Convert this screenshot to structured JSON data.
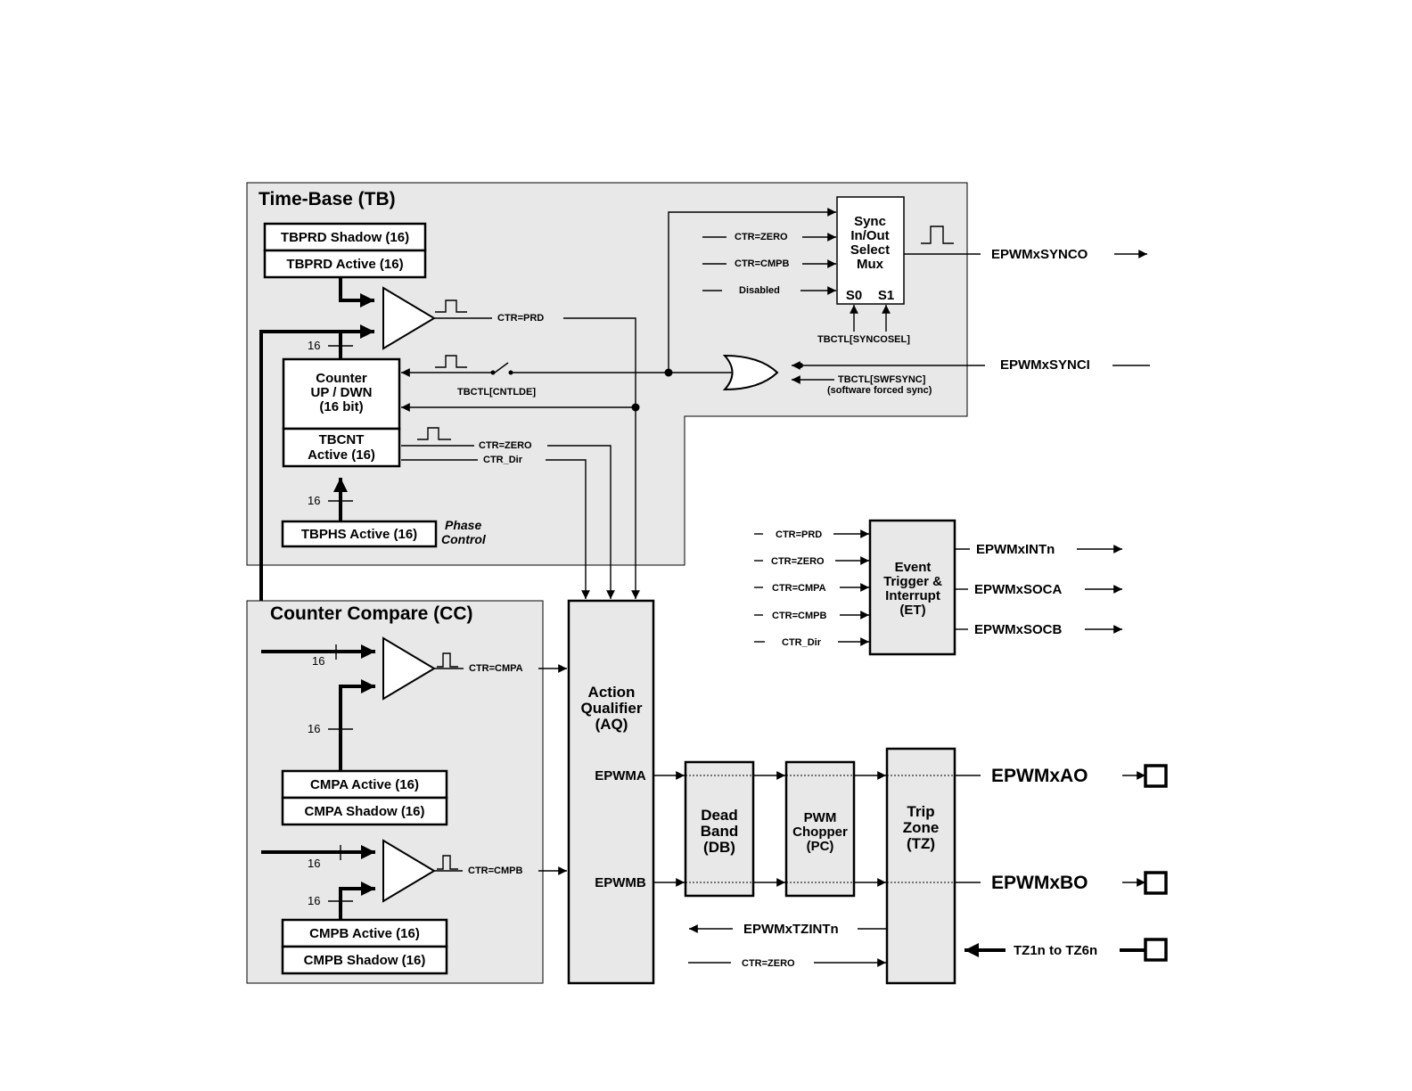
{
  "tb": {
    "title": "Time-Base (TB)",
    "tbprd_shadow": "TBPRD Shadow (16)",
    "tbprd_active": "TBPRD Active (16)",
    "counter_l1": "Counter",
    "counter_l2": "UP / DWN",
    "counter_l3": "(16 bit)",
    "tbcnt_l1": "TBCNT",
    "tbcnt_l2": "Active (16)",
    "tbphs": "TBPHS Active (16)",
    "phase_l1": "Phase",
    "phase_l2": "Control",
    "bus16": "16",
    "ctr_prd": "CTR=PRD",
    "ctr_zero": "CTR=ZERO",
    "ctr_dir": "CTR_Dir",
    "cntlde": "TBCTL[CNTLDE]",
    "sync_mux_l1": "Sync",
    "sync_mux_l2": "In/Out",
    "sync_mux_l3": "Select",
    "sync_mux_l4": "Mux",
    "s0": "S0",
    "s1": "S1",
    "mux_in_zero": "CTR=ZERO",
    "mux_in_cmpb": "CTR=CMPB",
    "mux_in_disabled": "Disabled",
    "syncosel": "TBCTL[SYNCOSEL]",
    "swfsync_l1": "TBCTL[SWFSYNC]",
    "swfsync_l2": "(software forced sync)",
    "synco": "EPWMxSYNCO",
    "synci": "EPWMxSYNCI"
  },
  "cc": {
    "title": "Counter Compare (CC)",
    "cmpa_active": "CMPA Active (16)",
    "cmpa_shadow": "CMPA Shadow (16)",
    "cmpb_active": "CMPB Active (16)",
    "cmpb_shadow": "CMPB Shadow (16)",
    "ctr_cmpa": "CTR=CMPA",
    "ctr_cmpb": "CTR=CMPB",
    "bus16": "16"
  },
  "aq": {
    "l1": "Action",
    "l2": "Qualifier",
    "l3": "(AQ)",
    "epwma": "EPWMA",
    "epwmb": "EPWMB"
  },
  "db": {
    "l1": "Dead",
    "l2": "Band",
    "l3": "(DB)"
  },
  "pc": {
    "l1": "PWM",
    "l2": "Chopper",
    "l3": "(PC)"
  },
  "tz": {
    "l1": "Trip",
    "l2": "Zone",
    "l3": "(TZ)",
    "ao": "EPWMxAO",
    "bo": "EPWMxBO",
    "tzint": "EPWMxTZINTn",
    "tzin": "TZ1n to TZ6n",
    "ctr_zero": "CTR=ZERO"
  },
  "et": {
    "l1": "Event",
    "l2": "Trigger &",
    "l3": "Interrupt",
    "l4": "(ET)",
    "in_prd": "CTR=PRD",
    "in_zero": "CTR=ZERO",
    "in_cmpa": "CTR=CMPA",
    "in_cmpb": "CTR=CMPB",
    "in_dir": "CTR_Dir",
    "out_int": "EPWMxINTn",
    "out_soca": "EPWMxSOCA",
    "out_socb": "EPWMxSOCB"
  }
}
